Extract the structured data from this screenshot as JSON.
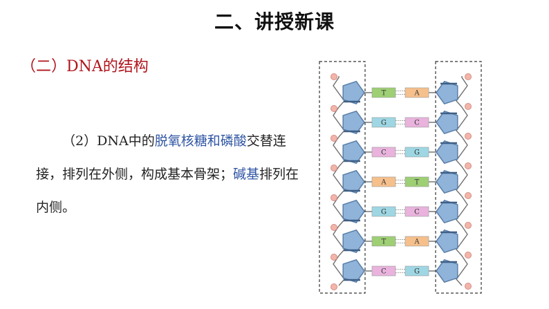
{
  "header": {
    "title": "二、讲授新课"
  },
  "section": {
    "paren": "（二）",
    "latin": "DNA",
    "rest": "的结构"
  },
  "content": {
    "num": "（2）",
    "dna": "DNA",
    "mid": "中的",
    "blue1": "脱氧核糖和磷酸",
    "end1": "交替连接，排列在外侧，构成基本骨架；",
    "blue2": "碱基",
    "end2": "排列在内侧。"
  },
  "diagram": {
    "colors": {
      "A": "#f6c08c",
      "T": "#9ecf74",
      "G": "#9ed7e3",
      "C": "#e9b3dd",
      "sugar": "#8fb3d9",
      "sugar_stroke": "#5a7fa8",
      "phosphate": "#f3b5aa",
      "backbone": "#6f6f6f"
    },
    "pairs": [
      {
        "left": "T",
        "right": "A"
      },
      {
        "left": "G",
        "right": "C"
      },
      {
        "left": "C",
        "right": "G"
      },
      {
        "left": "A",
        "right": "T"
      },
      {
        "left": "G",
        "right": "C"
      },
      {
        "left": "T",
        "right": "A"
      },
      {
        "left": "C",
        "right": "G"
      }
    ]
  }
}
